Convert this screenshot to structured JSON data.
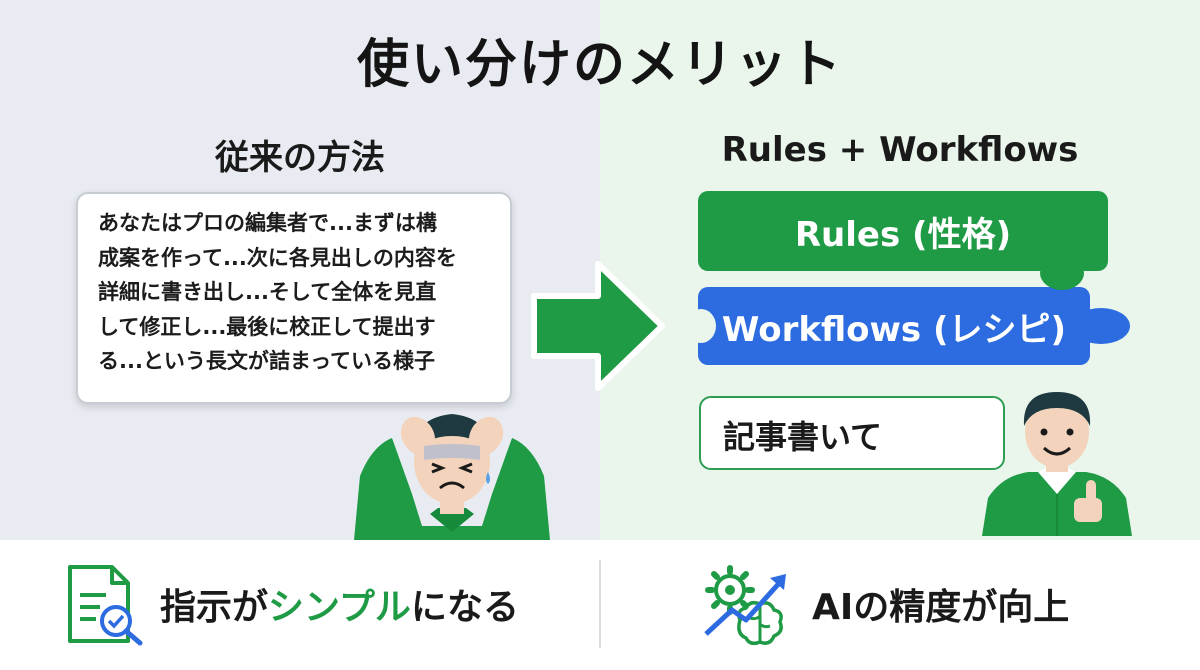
{
  "title": "使い分けのメリット",
  "left": {
    "heading": "従来の方法",
    "prompt_lines": [
      "あなたはプロの編集者で...まずは構",
      "成案を作って...次に各見出しの内容を",
      "詳細に書き出し...そして全体を見直",
      "して修正し...最後に校正して提出す",
      "る...という長文が詰まっている様子"
    ]
  },
  "right": {
    "heading": "Rules + Workflows",
    "rules_label": "Rules (性格)",
    "workflows_label": "Workflows (レシピ)",
    "short_prompt": "記事書いて"
  },
  "benefits": {
    "left_prefix": "指示が",
    "left_highlight": "シンプル",
    "left_suffix": "になる",
    "right": "AIの精度が向上"
  },
  "colors": {
    "green": "#1f9a45",
    "blue": "#2d6be0",
    "left_bg": "#e8ecf2",
    "right_bg": "#eaf6ec"
  },
  "icons": [
    "document-search-icon",
    "gear-brain-trend-icon",
    "right-arrow-icon"
  ]
}
